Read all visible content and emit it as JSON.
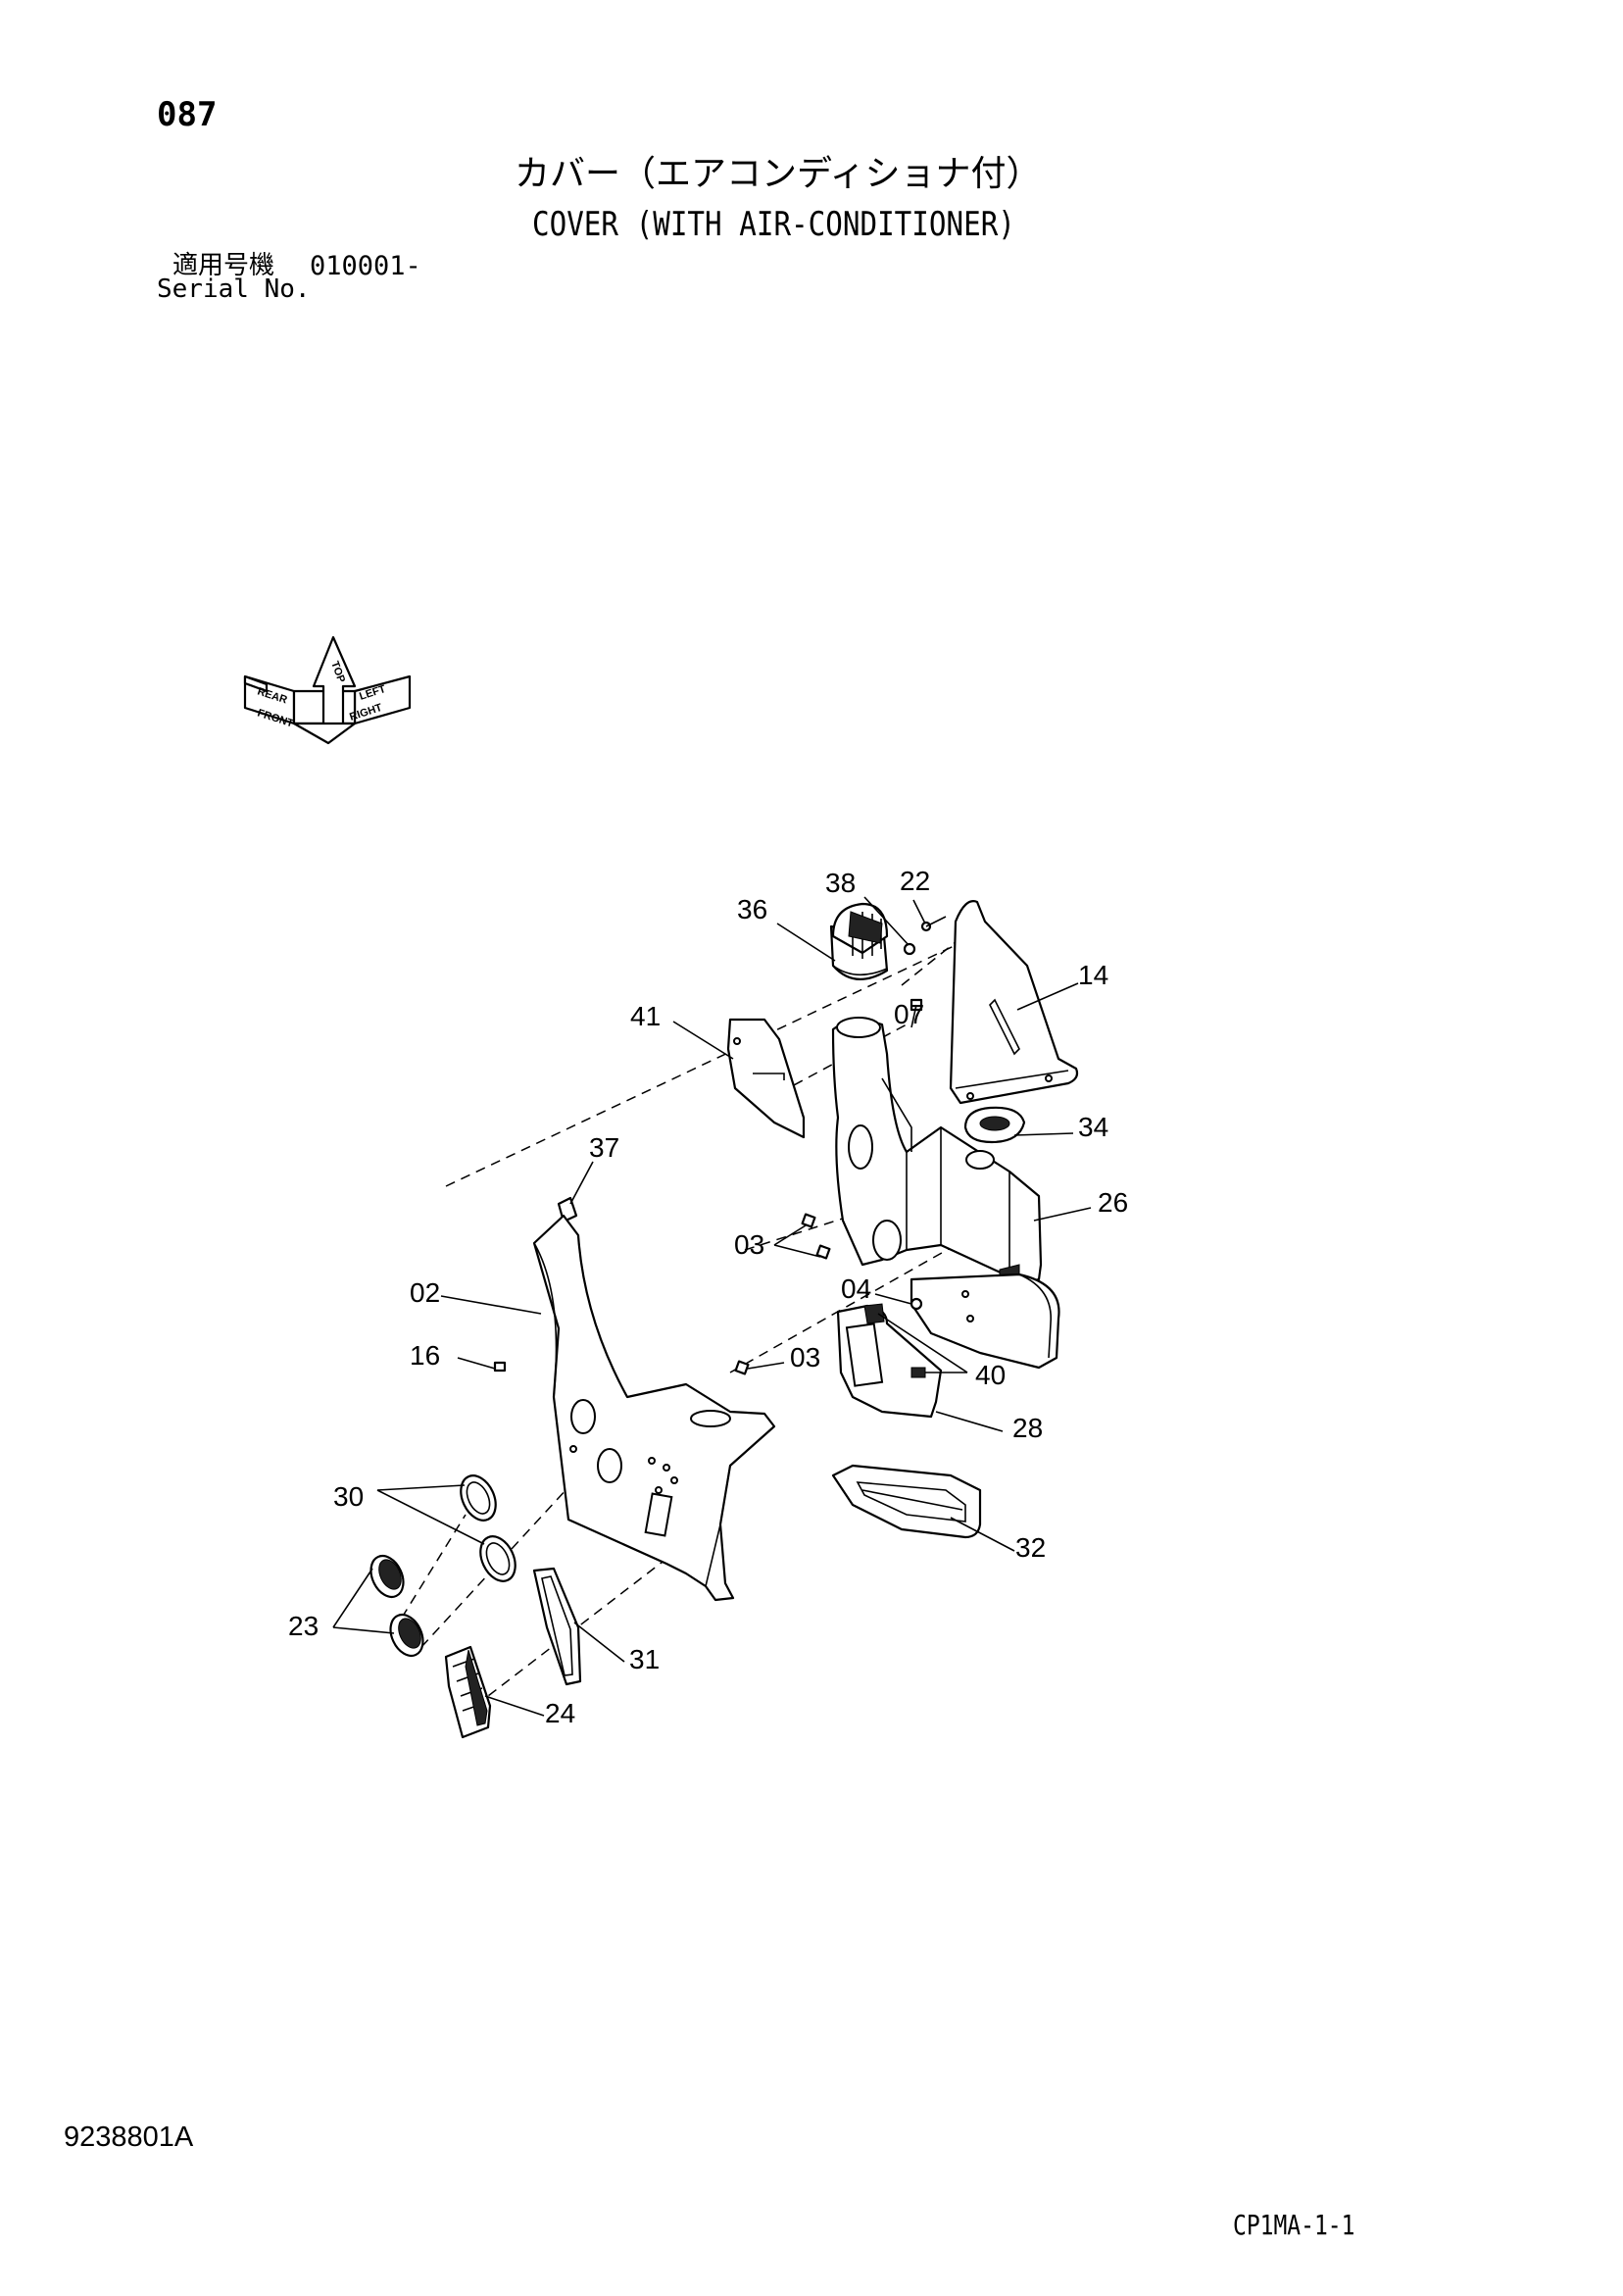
{
  "header": {
    "page_number": "087",
    "title_jp": "カバー（エアコンディショナ付）",
    "title_en": "COVER (WITH AIR-CONDITIONER)",
    "serial_label_jp": "適用号機",
    "serial_range": "010001-",
    "serial_label_en": "Serial No."
  },
  "compass": {
    "labels": [
      "FRONT",
      "REAR",
      "TOP",
      "RIGHT",
      "LEFT"
    ]
  },
  "callouts": {
    "c38": "38",
    "c22": "22",
    "c36": "36",
    "c14": "14",
    "c41": "41",
    "c07": "07",
    "c37": "37",
    "c34": "34",
    "c26": "26",
    "c03a": "03",
    "c02": "02",
    "c04": "04",
    "c16": "16",
    "c03b": "03",
    "c40": "40",
    "c28": "28",
    "c30": "30",
    "c32": "32",
    "c23": "23",
    "c31": "31",
    "c24": "24"
  },
  "footer": {
    "document_code": "9238801A",
    "sheet_code": "CP1MA-1-1"
  }
}
